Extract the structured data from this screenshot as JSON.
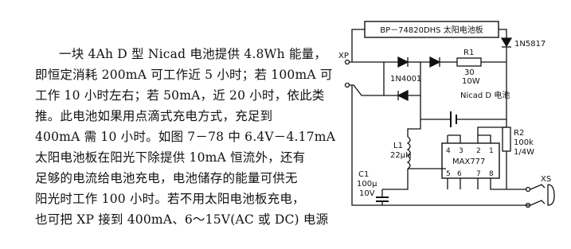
{
  "text": {
    "lines": [
      "一块 4Ah D 型 Nicad 电池提供 4.8Wh 能量，",
      "即恒定消耗 200mA 可工作近 5 小时；若 100mA 可",
      "工作 10 小时左右；若 50mA，近 20 小时，依此类",
      "推。此电池如果用点滴式充电方式，充足到",
      "400mA 需 10 小时。如图 7－78 中 6.4V－4.17mA",
      "太阳电池板在阳光下除提供 10mA 恒流外，还有",
      "足够的电流给电池充电，电池储存的能量可供无",
      "阳光时工作 100 小时。若不用太阳电池板充电，",
      "也可把 XP 接到 400mA、6～15V(AC 或 DC) 电源"
    ]
  },
  "diagram": {
    "panel_label": "BP－74820DHS 太阳电池板",
    "xp_label": "XP",
    "diode_1n5817": "1N5817",
    "diode_1n4001": "1N4001",
    "r1": "R1",
    "r1_value": "30",
    "r1_power": "10W",
    "battery_label": "Nicad D 电池",
    "r2": "R2",
    "r2_value": "100k",
    "r2_power": "1/4W",
    "inductor": "L1",
    "inductor_value": "22μH",
    "capacitor": "C1",
    "capacitor_value": "100μ",
    "capacitor_voltage": "10V",
    "ic_label": "MAX777",
    "pin_4": "4",
    "pin_3": "3",
    "pin_2": "2",
    "pin_1": "1",
    "pin_5": "5",
    "pin_6": "6",
    "pin_7": "7",
    "pin_8": "8",
    "output_label": "XS"
  }
}
